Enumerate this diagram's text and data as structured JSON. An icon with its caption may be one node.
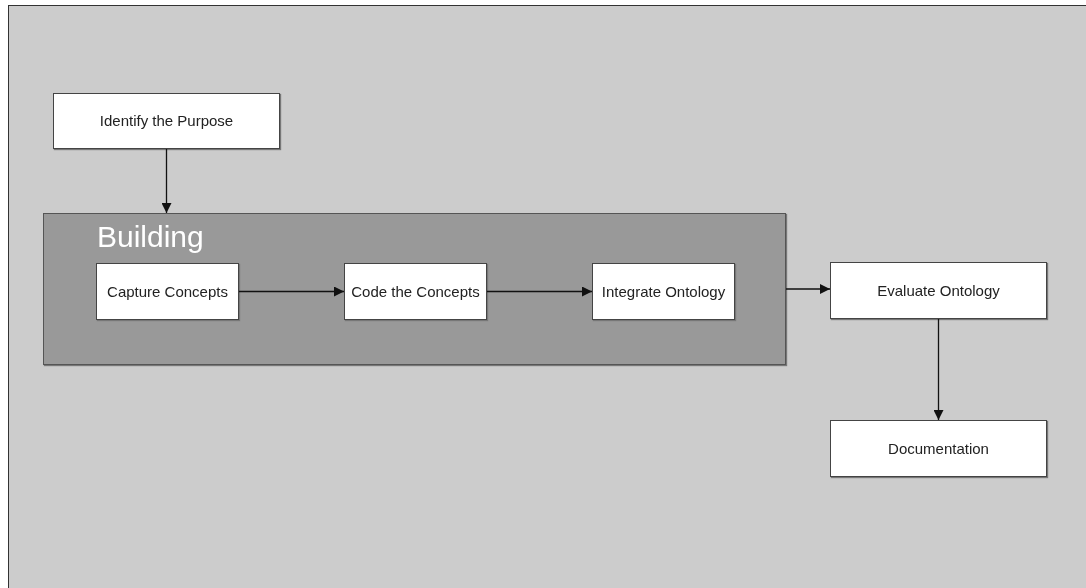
{
  "diagram": {
    "nodes": [
      {
        "text": [
          "Identify the Purpose"
        ]
      },
      {
        "text": [
          "Building"
        ]
      },
      {
        "text": [
          "Capture Concepts"
        ],
        "in": 1
      },
      {
        "text": [
          "Code the Concepts"
        ],
        "in": 1
      },
      {
        "text": [
          "Integrate Ontology"
        ],
        "in": 1
      },
      {
        "text": [
          "Evaluate Ontology"
        ]
      },
      {
        "text": [
          "Documentation"
        ]
      }
    ],
    "edges": [
      {
        "from": 0,
        "to": 1,
        "arrow": "to"
      },
      {
        "from": 2,
        "to": 3,
        "arrow": "to"
      },
      {
        "from": 3,
        "to": 4,
        "arrow": "to"
      },
      {
        "from": 1,
        "to": 5,
        "arrow": "to"
      },
      {
        "from": 5,
        "to": 6,
        "arrow": "to"
      }
    ]
  }
}
